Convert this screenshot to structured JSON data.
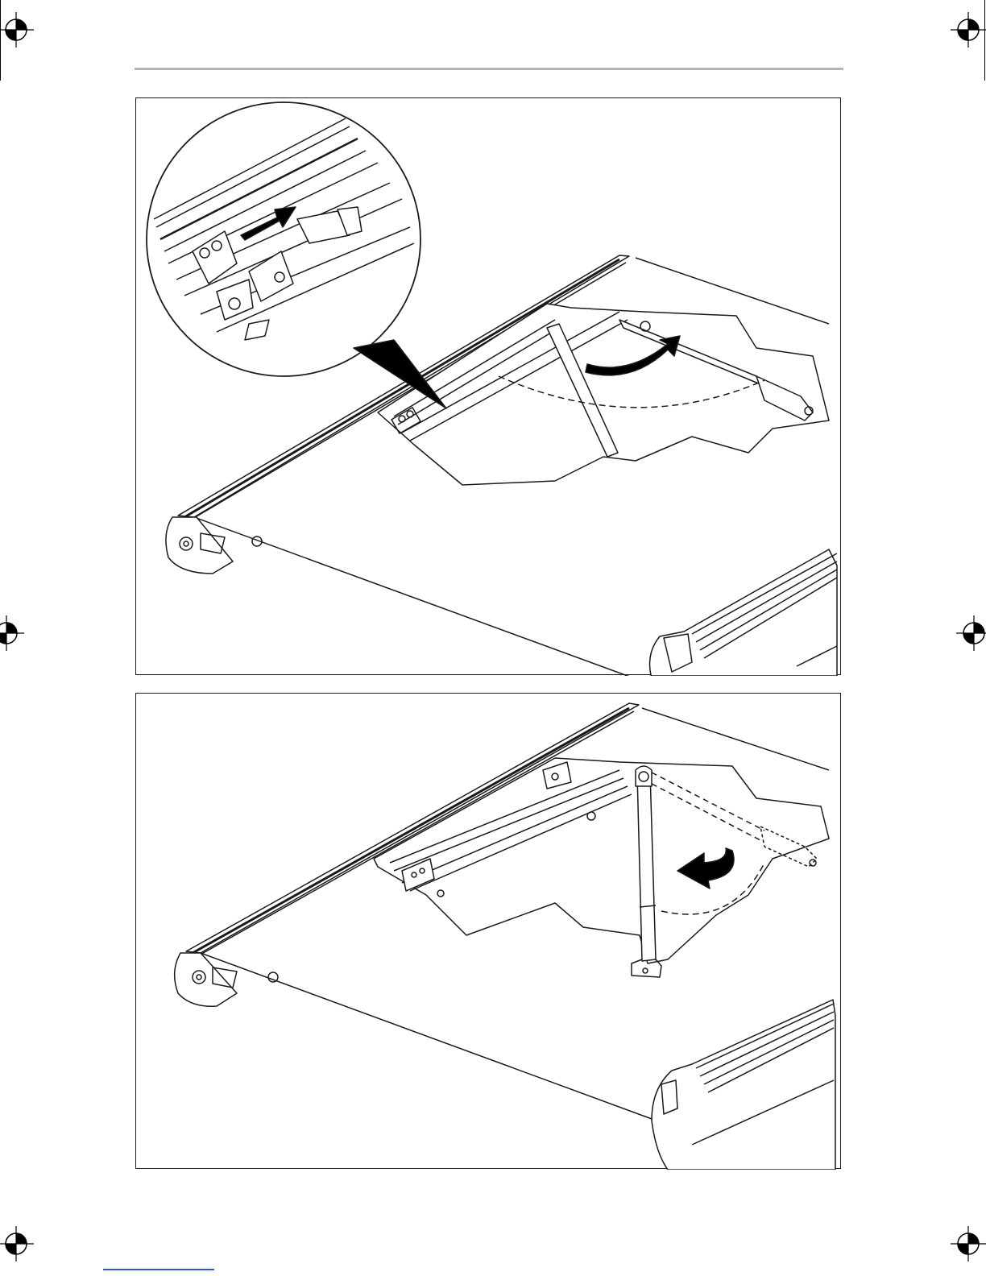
{
  "page": {
    "header_rule": true,
    "figures": [
      {
        "id": "figure-top",
        "description_icon": "awning-support-arm-swing-up",
        "inset_detail": true,
        "arrow_direction": "clockwise"
      },
      {
        "id": "figure-bottom",
        "description_icon": "awning-support-arm-fold-down",
        "inset_detail": false,
        "arrow_direction": "counter-clockwise"
      }
    ],
    "registration_marks": [
      "top-left",
      "top-right",
      "middle-left",
      "middle-right",
      "bottom-left",
      "bottom-right"
    ],
    "colors": {
      "line": "#1a1a1a",
      "rule": "#b5b5b5",
      "footer_rule": "#3355cc"
    }
  }
}
